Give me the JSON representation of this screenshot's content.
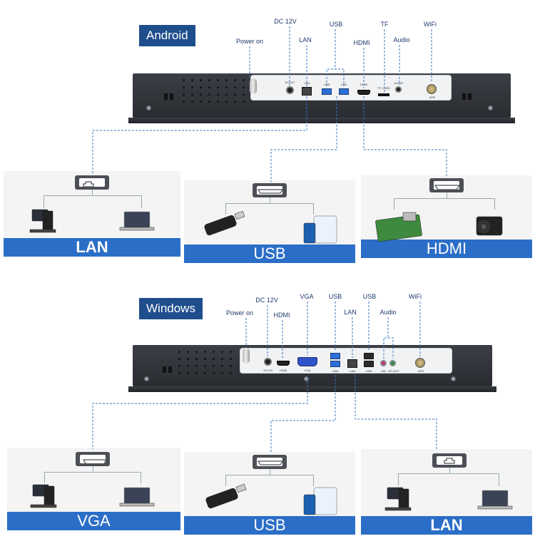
{
  "android": {
    "title": "Android",
    "labels": {
      "power": "Power on",
      "dc": "DC 12V",
      "lan": "LAN",
      "usb": "USB",
      "hdmi": "HDMI",
      "tf": "TF",
      "audio": "Audio",
      "wifi": "WiFi"
    },
    "port_tags": {
      "dc": "DC12V",
      "lan": "LAN",
      "usb1": "USB",
      "usb2": "USB",
      "hdmi": "HDMI",
      "tf": "TF CARD",
      "audio": "AUDIO",
      "wifi": "WIFI"
    },
    "cards": [
      {
        "label": "LAN",
        "devices": [
          "desktop-pc-icon",
          "laptop-icon"
        ]
      },
      {
        "label": "USB",
        "devices": [
          "usb-dongle-icon",
          "phone-tablet-icon"
        ]
      },
      {
        "label": "HDMI",
        "devices": [
          "raspberry-pi-icon",
          "camera-icon"
        ]
      }
    ]
  },
  "windows": {
    "title": "Windows",
    "labels": {
      "power": "Power on",
      "dc": "DC 12V",
      "hdmi": "HDMI",
      "vga": "VGA",
      "usb1": "USB",
      "lan": "LAN",
      "usb2": "USB",
      "audio": "Audio",
      "wifi": "WiFi"
    },
    "port_tags": {
      "dc": "DC12V",
      "hdmi": "HDMI",
      "vga": "VGA",
      "usb1": "USB",
      "lan": "LAN",
      "usb2": "USB",
      "mic": "MIC",
      "hp": "HP-OUT",
      "wifi": "WIFI"
    },
    "cards": [
      {
        "label": "VGA",
        "devices": [
          "desktop-pc-icon",
          "laptop-icon"
        ]
      },
      {
        "label": "USB",
        "devices": [
          "usb-dongle-icon",
          "phone-tablet-icon"
        ]
      },
      {
        "label": "LAN",
        "devices": [
          "desktop-pc-icon",
          "laptop-icon"
        ]
      }
    ]
  },
  "colors": {
    "badge": "#1f4e8c",
    "bar": "#2b6ec7",
    "connector": "#3a78c2",
    "device": "#2f3136"
  }
}
